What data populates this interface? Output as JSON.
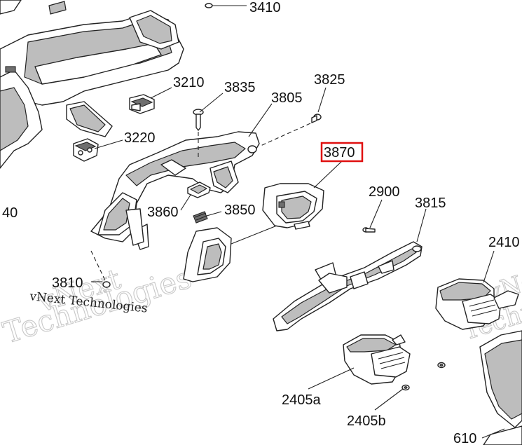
{
  "watermark": {
    "line1": "vNext",
    "line2": "Technologies",
    "caption": "vNext Technologies"
  },
  "highlight_color": "#e01010",
  "callouts": {
    "c3410": "3410",
    "c3210": "3210",
    "c3835": "3835",
    "c3805": "3805",
    "c3825": "3825",
    "c3220": "3220",
    "c3870": "3870",
    "c2900": "2900",
    "c3815": "3815",
    "c3860": "3860",
    "c3850": "3850",
    "c40": "40",
    "c2410": "2410",
    "c3810": "3810",
    "c2405a": "2405a",
    "c2405b": "2405b",
    "c610": "610"
  }
}
